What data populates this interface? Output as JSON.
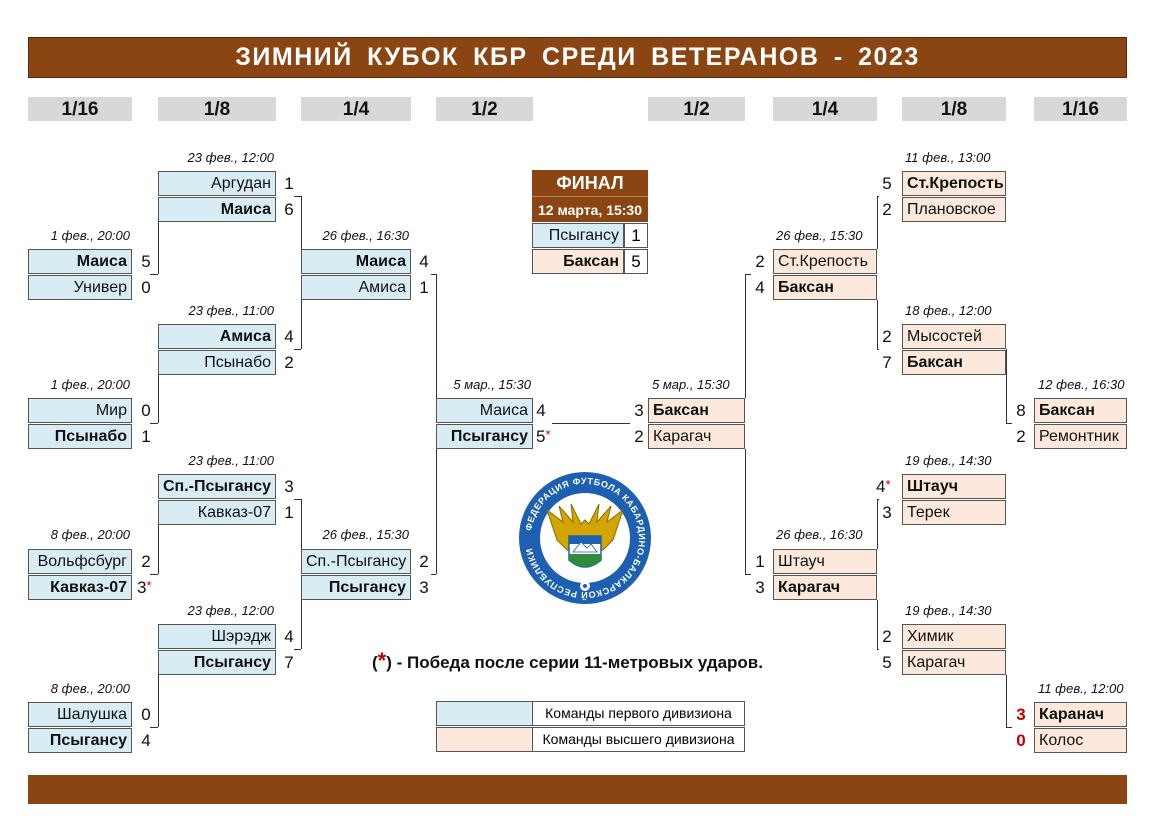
{
  "title": "ЗИМНИЙ  КУБОК  КБР СРЕДИ  ВЕТЕРАНОВ  -  2023",
  "rounds": [
    "1/16",
    "1/8",
    "1/4",
    "1/2",
    "1/2",
    "1/4",
    "1/8",
    "1/16"
  ],
  "final": {
    "label": "ФИНАЛ",
    "date": "12 марта, 15:30",
    "team1": "Псыгансу",
    "score1": "1",
    "team2": "Баксан",
    "score2": "5"
  },
  "left": {
    "r16": [
      {
        "date": "1 фев., 20:00",
        "t1": "Маиса",
        "s1": "5",
        "t2": "Универ",
        "s2": "0"
      },
      {
        "date": "1 фев., 20:00",
        "t1": "Мир",
        "s1": "0",
        "t2": "Псынабо",
        "s2": "1"
      },
      {
        "date": "8 фев., 20:00",
        "t1": "Вольфсбург",
        "s1": "2",
        "t2": "Кавказ-07",
        "s2": "3"
      },
      {
        "date": "8 фев., 20:00",
        "t1": "Шалушка",
        "s1": "0",
        "t2": "Псыгансу",
        "s2": "4"
      }
    ],
    "r8": [
      {
        "date": "23 фев., 12:00",
        "t1": "Аргудан",
        "s1": "1",
        "t2": "Маиса",
        "s2": "6"
      },
      {
        "date": "23 фев., 11:00",
        "t1": "Амиса",
        "s1": "4",
        "t2": "Псынабо",
        "s2": "2"
      },
      {
        "date": "23 фев., 11:00",
        "t1": "Сп.-Псыгансу",
        "s1": "3",
        "t2": "Кавказ-07",
        "s2": "1"
      },
      {
        "date": "23 фев., 12:00",
        "t1": "Шэрэдж",
        "s1": "4",
        "t2": "Псыгансу",
        "s2": "7"
      }
    ],
    "r4": [
      {
        "date": "26 фев., 16:30",
        "t1": "Маиса",
        "s1": "4",
        "t2": "Амиса",
        "s2": "1"
      },
      {
        "date": "26 фев., 15:30",
        "t1": "Сп.-Псыгансу",
        "s1": "2",
        "t2": "Псыгансу",
        "s2": "3"
      }
    ],
    "r2": {
      "date": "5 мар., 15:30",
      "t1": "Маиса",
      "s1": "4",
      "t2": "Псыгансу",
      "s2": "5"
    }
  },
  "right": {
    "r16": [
      {
        "date": "12 фев., 16:30",
        "t1": "Баксан",
        "s1": "8",
        "t2": "Ремонтник",
        "s2": "2"
      },
      {
        "date": "11 фев., 12:00",
        "t1": "Каранач",
        "s1": "3",
        "t2": "Колос",
        "s2": "0"
      }
    ],
    "r8": [
      {
        "date": "11 фев., 13:00",
        "t1": "Ст.Крепость",
        "s1": "5",
        "t2": "Плановское",
        "s2": "2"
      },
      {
        "date": "18 фев., 12:00",
        "t1": "Мысостей",
        "s1": "2",
        "t2": "Баксан",
        "s2": "7"
      },
      {
        "date": "19 фев., 14:30",
        "t1": "Штауч",
        "s1": "4",
        "t2": "Терек",
        "s2": "3"
      },
      {
        "date": "19 фев., 14:30",
        "t1": "Химик",
        "s1": "2",
        "t2": "Карагач",
        "s2": "5"
      }
    ],
    "r4": [
      {
        "date": "26 фев., 15:30",
        "t1": "Ст.Крепость",
        "s1": "2",
        "t2": "Баксан",
        "s2": "4"
      },
      {
        "date": "26 фев., 16:30",
        "t1": "Штауч",
        "s1": "1",
        "t2": "Карагач",
        "s2": "3"
      }
    ],
    "r2": {
      "date": "5 мар., 15:30",
      "t1": "Баксан",
      "s1": "3",
      "t2": "Карагач",
      "s2": "2"
    }
  },
  "note": {
    "open": "(",
    "star": "*",
    "text": ") - Победа после серии 11-метровых ударов."
  },
  "legend": [
    {
      "label": "Команды первого дивизиона",
      "color": "#d8ecf4"
    },
    {
      "label": "Команды высшего дивизиона",
      "color": "#fde9dc"
    }
  ],
  "penalty_star": "*",
  "logo": {
    "ring_text": "ФЕДЕРАЦИЯ ФУТБОЛА КАБАРДИНО-БАЛКАРСКОЙ РЕСПУБЛИКИ"
  },
  "colors": {
    "brand": "#8b4513",
    "first_division": "#d8ecf4",
    "top_division": "#fde9dc",
    "penalty": "#c00000"
  }
}
